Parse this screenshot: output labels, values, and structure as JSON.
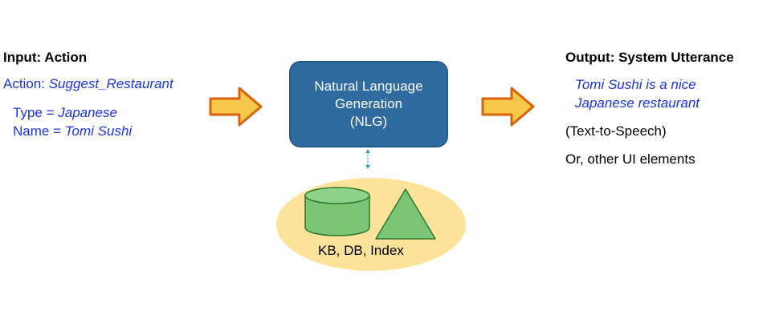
{
  "input": {
    "heading": "Input: Action",
    "action_prefix": "Action: ",
    "action_value": "Suggest_Restaurant",
    "type_prefix": "Type = ",
    "type_value": "Japanese",
    "name_prefix": "Name = ",
    "name_value": "Tomi Sushi"
  },
  "nlg": {
    "line1": "Natural Language",
    "line2": "Generation",
    "line3": "(NLG)"
  },
  "knowledge": {
    "label": "KB, DB, Index"
  },
  "output": {
    "heading": "Output: System Utterance",
    "utterance_line1": "Tomi Sushi is a nice",
    "utterance_line2": "Japanese restaurant",
    "tts": "(Text-to-Speech)",
    "other": "Or, other UI elements"
  },
  "colors": {
    "text_blue": "#1a33e6",
    "nlg_box": "#2f6aa0",
    "arrow_fill": "#f7c84a",
    "arrow_stroke": "#d9620f",
    "ellipse": "#fde39a",
    "shape_green": "#7cc576",
    "shape_stroke": "#2e7d32",
    "connector": "#3aa0d8"
  }
}
